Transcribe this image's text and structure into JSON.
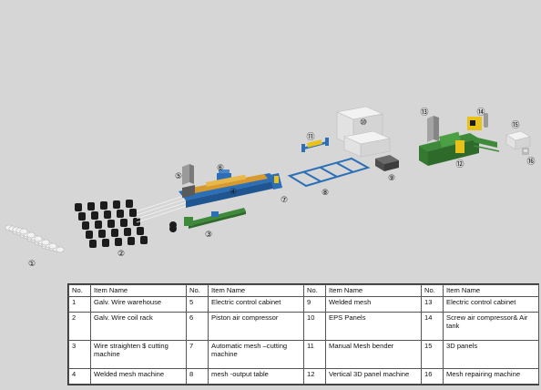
{
  "callouts": [
    {
      "num": "①"
    },
    {
      "num": "②"
    },
    {
      "num": "③"
    },
    {
      "num": "④"
    },
    {
      "num": "⑤"
    },
    {
      "num": "⑥"
    },
    {
      "num": "⑦"
    },
    {
      "num": "⑧"
    },
    {
      "num": "⑨"
    },
    {
      "num": "⑩"
    },
    {
      "num": "⑪"
    },
    {
      "num": "⑫"
    },
    {
      "num": "⑬"
    },
    {
      "num": "⑭"
    },
    {
      "num": "⑮"
    },
    {
      "num": "⑯"
    }
  ],
  "table": {
    "headers": [
      "No.",
      "Item Name",
      "No.",
      "Item Name",
      "No.",
      "Item Name",
      "No.",
      "Item Name"
    ],
    "rows": [
      [
        "1",
        "Galv. Wire warehouse",
        "5",
        "Electric control cabinet",
        "9",
        "Welded mesh",
        "13",
        "Electric control cabinet"
      ],
      [
        "2",
        "Galv. Wire coil rack",
        "6",
        "Piston air compressor",
        "10",
        "EPS Panels",
        "14",
        "Screw air compressor& Air tank"
      ],
      [
        "3",
        "Wire straighten $ cutting machine",
        "7",
        "Automatic mesh –cutting machine",
        "11",
        "Manual Mesh bender",
        "15",
        "3D panels"
      ],
      [
        "4",
        "Welded mesh machine",
        "8",
        "mesh -output table",
        "12",
        "Vertical 3D panel machine",
        "16",
        "Mesh repairing machine"
      ]
    ]
  },
  "colors": {
    "background": "#d6d6d6",
    "machine_blue": "#2c6fb6",
    "machine_green": "#3f8a3a",
    "machine_orange": "#d79a2e",
    "accent_yellow": "#e8c21a",
    "coil_black": "#1c1c1c",
    "panel_white": "#f2f2f2"
  }
}
